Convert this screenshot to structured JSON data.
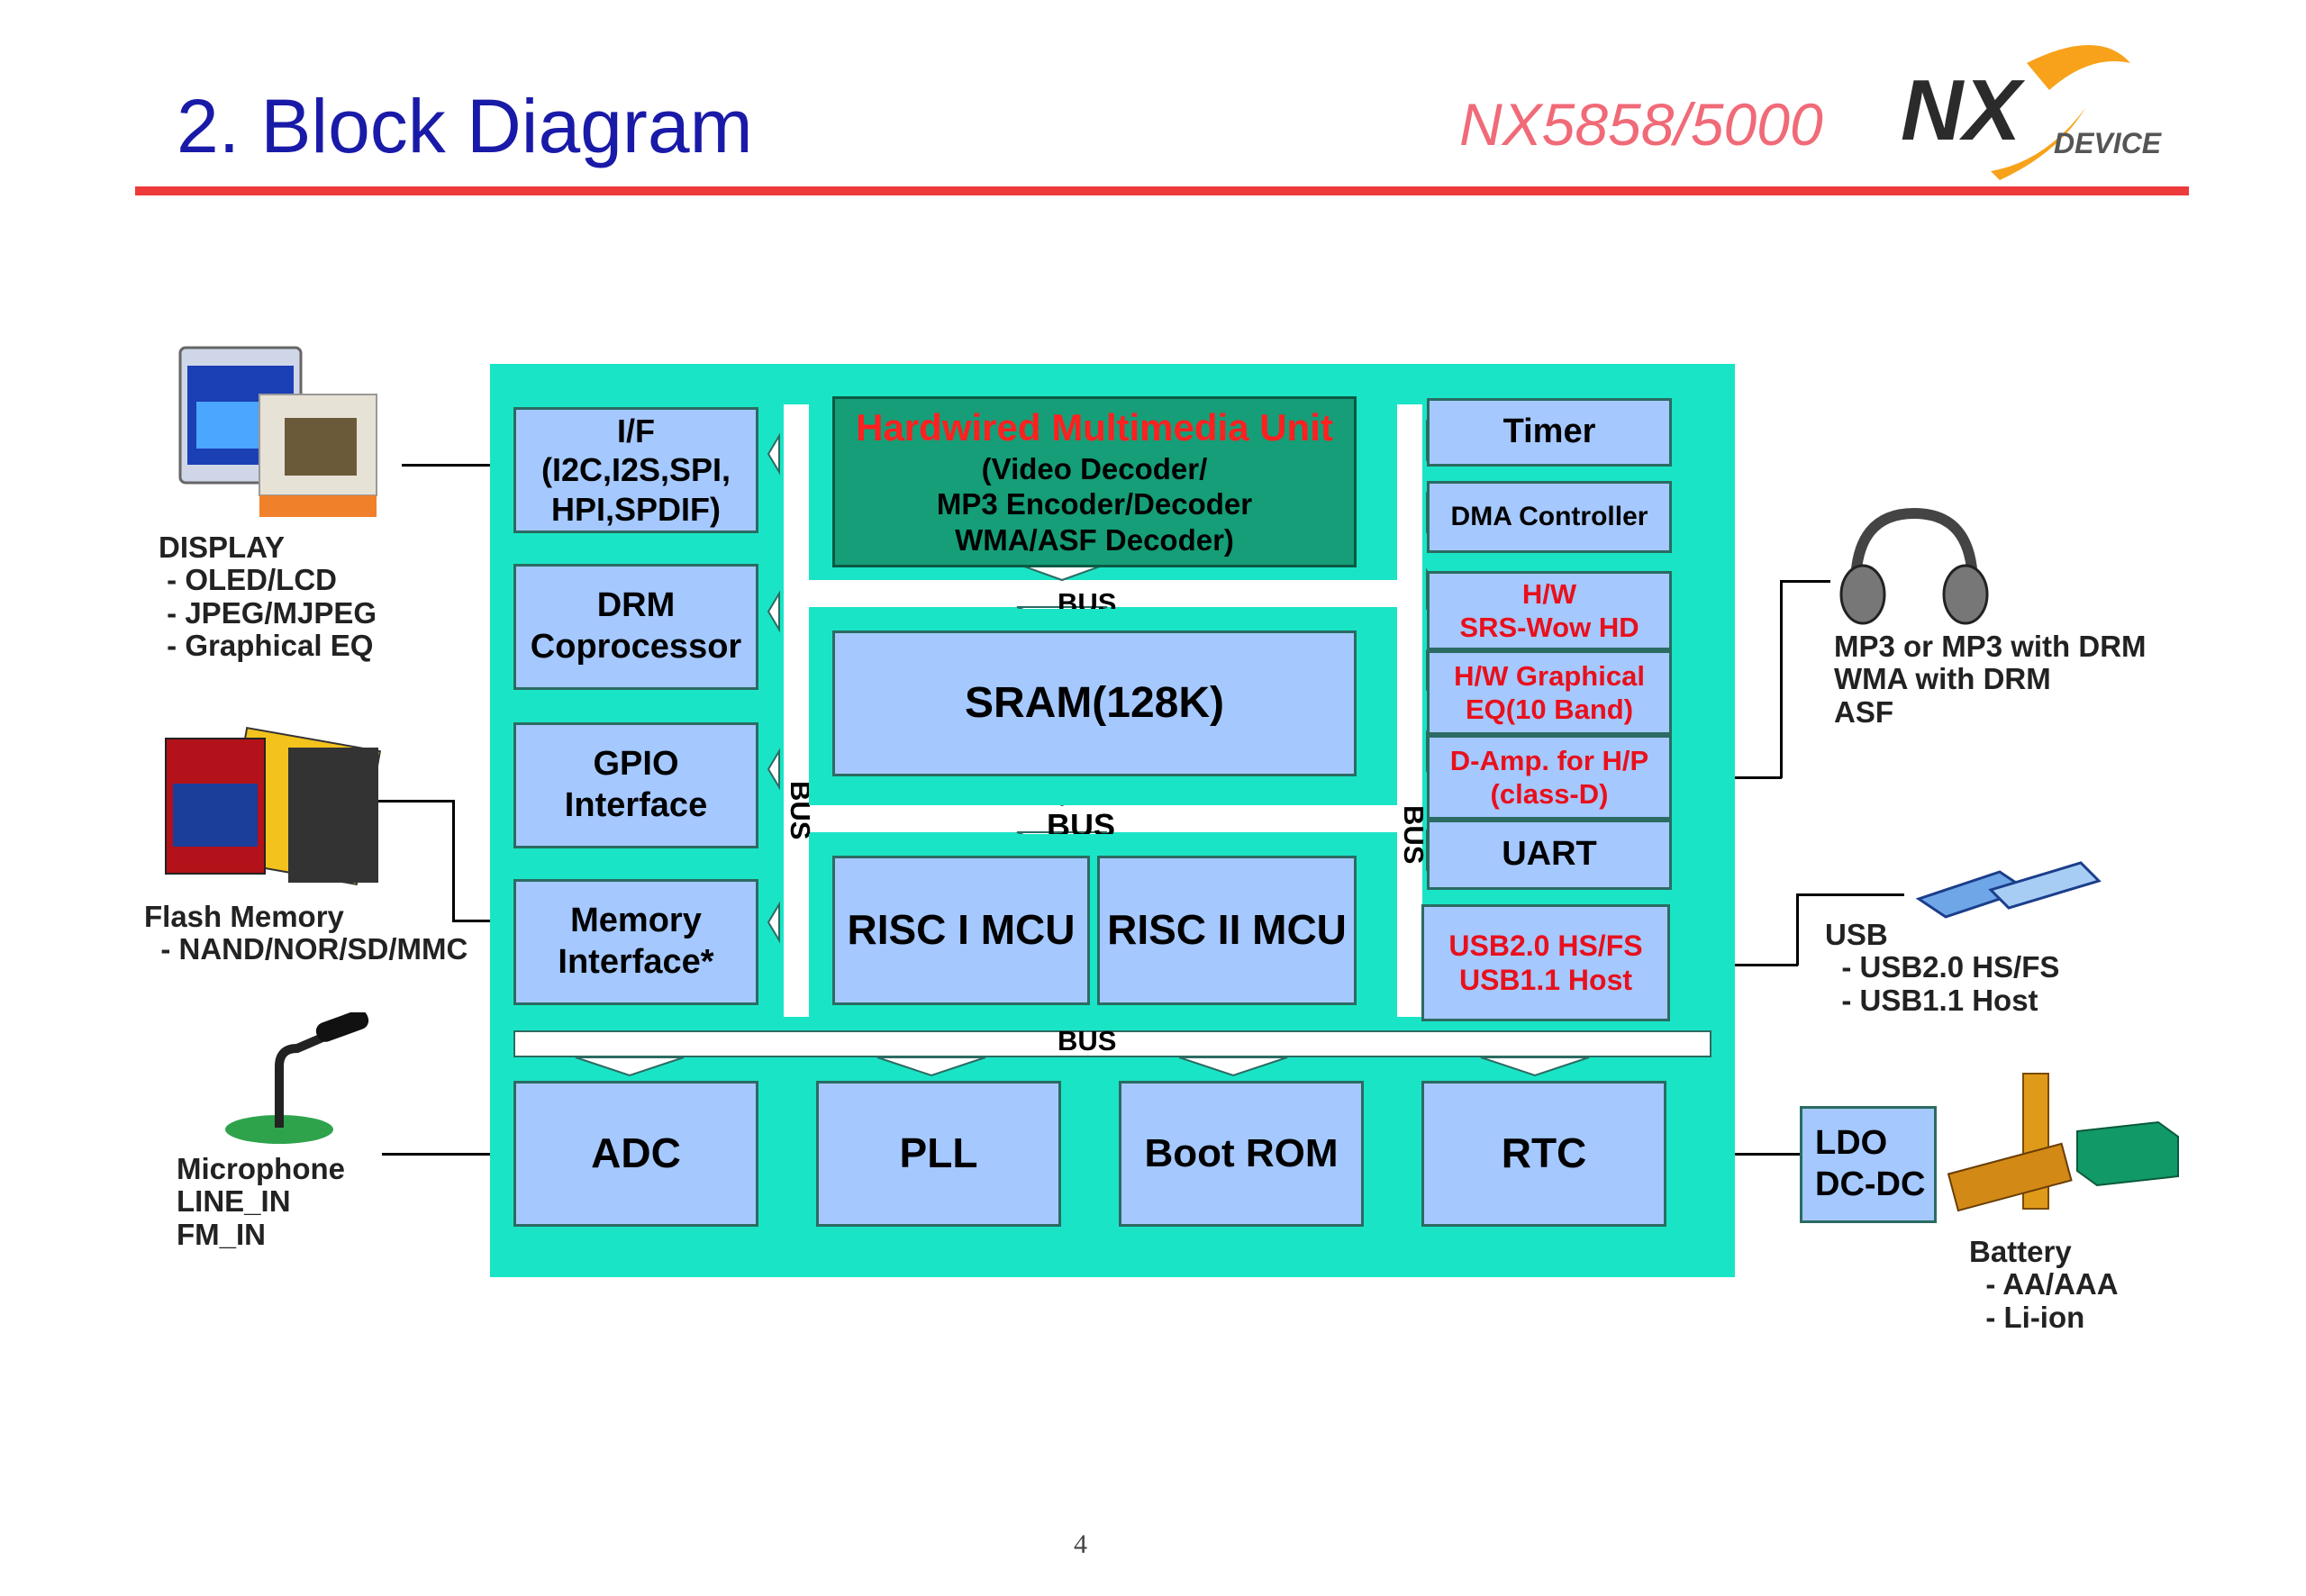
{
  "title": "2. Block Diagram",
  "model": "NX5858/5000",
  "logo": {
    "big": "NX",
    "small": "DEVICE"
  },
  "colors": {
    "title": "#1a1aa8",
    "accent_line": "#ee3a3a",
    "board": "#19e5c6",
    "block": "#a5c8ff",
    "multimedia": "#159e78"
  },
  "blocks": {
    "if": "I/F\n(I2C,I2S,SPI,\nHPI,SPDIF)",
    "drm": "DRM\nCoprocessor",
    "gpio": "GPIO\nInterface",
    "memif": "Memory\nInterface*",
    "hmu_title": "Hardwired Multimedia Unit",
    "hmu_body": "(Video Decoder/\nMP3 Encoder/Decoder\nWMA/ASF Decoder)",
    "sram": "SRAM(128K)",
    "risc1": "RISC I MCU",
    "risc2": "RISC II MCU",
    "timer": "Timer",
    "dma": "DMA Controller",
    "srs": "H/W\nSRS-Wow HD",
    "eq": "H/W Graphical\nEQ(10 Band)",
    "damp": "D-Amp. for H/P\n(class-D)",
    "uart": "UART",
    "usb": "USB2.0 HS/FS\nUSB1.1 Host",
    "adc": "ADC",
    "pll": "PLL",
    "bootrom": "Boot ROM",
    "rtc": "RTC",
    "ldo": "LDO\nDC-DC"
  },
  "bus_label": "BUS",
  "notes": {
    "display": "DISPLAY\n - OLED/LCD\n - JPEG/MJPEG\n - Graphical EQ",
    "flash": "Flash Memory\n  - NAND/NOR/SD/MMC",
    "mic": "Microphone\nLINE_IN\nFM_IN",
    "audio": "MP3 or MP3 with DRM\nWMA with DRM\nASF",
    "usb": "USB\n  - USB2.0 HS/FS\n  - USB1.1 Host",
    "battery": "Battery\n  - AA/AAA\n  - Li-ion"
  },
  "page_number": "4"
}
